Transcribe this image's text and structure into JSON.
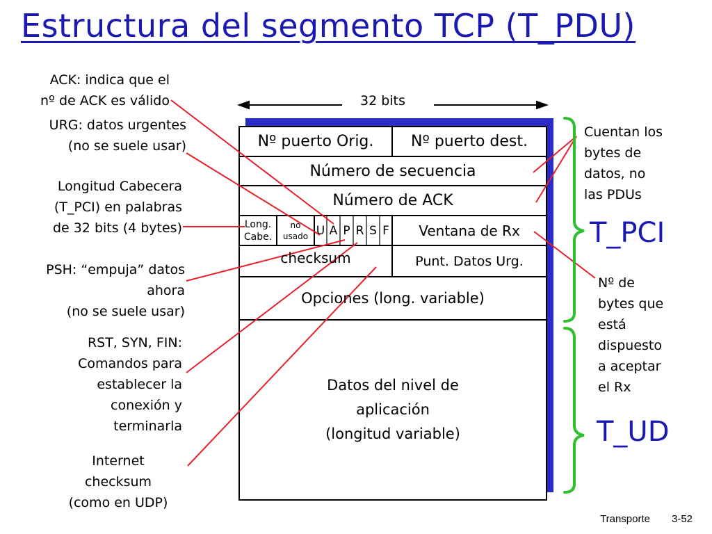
{
  "title": "Estructura del segmento TCP (T_PDU)",
  "width_label": "32 bits",
  "header": {
    "source_port": "Nº puerto Orig.",
    "dest_port": "Nº puerto dest.",
    "sequence_number": "Número de secuencia",
    "ack_number": "Número de ACK",
    "header_length": [
      "Long.",
      "Cabe."
    ],
    "unused": [
      "no",
      "usado"
    ],
    "flags": [
      "U",
      "A",
      "P",
      "R",
      "S",
      "F"
    ],
    "receive_window": "Ventana de Rx",
    "checksum": "checksum",
    "urgent_pointer": "Punt. Datos Urg.",
    "options": "Opciones (long. variable)",
    "data": [
      "Datos del nivel de",
      "aplicación",
      "(longitud variable)"
    ]
  },
  "left_notes": {
    "ack": [
      "ACK: indica que el",
      "nº de ACK es válido"
    ],
    "urg": [
      "URG: datos urgentes",
      "(no se suele usar)"
    ],
    "length": [
      "Longitud Cabecera",
      "(T_PCI) en palabras",
      "de 32 bits (4 bytes)"
    ],
    "psh": [
      "PSH: “empuja” datos",
      "ahora",
      "(no se suele usar)"
    ],
    "rst": [
      "RST, SYN, FIN:",
      "Comandos para",
      "establecer la",
      "conexión y",
      "terminarla"
    ],
    "checksum": [
      "Internet",
      "checksum",
      "(como en UDP)"
    ]
  },
  "right_notes": {
    "count": [
      "Cuentan los",
      "bytes de",
      "datos, no",
      "las PDUs"
    ],
    "window": [
      "Nº de",
      "bytes que",
      "está",
      "dispuesto",
      "a aceptar",
      "el Rx"
    ]
  },
  "brackets": {
    "pci": "T_PCI",
    "ud": "T_UD"
  },
  "colors": {
    "title": "#1a1ab0",
    "shadow": "#2b2bc8",
    "pointer_lines": "#e8202a",
    "brackets": "#2fbf2f"
  },
  "footer": {
    "section": "Transporte",
    "page": "3-52"
  }
}
